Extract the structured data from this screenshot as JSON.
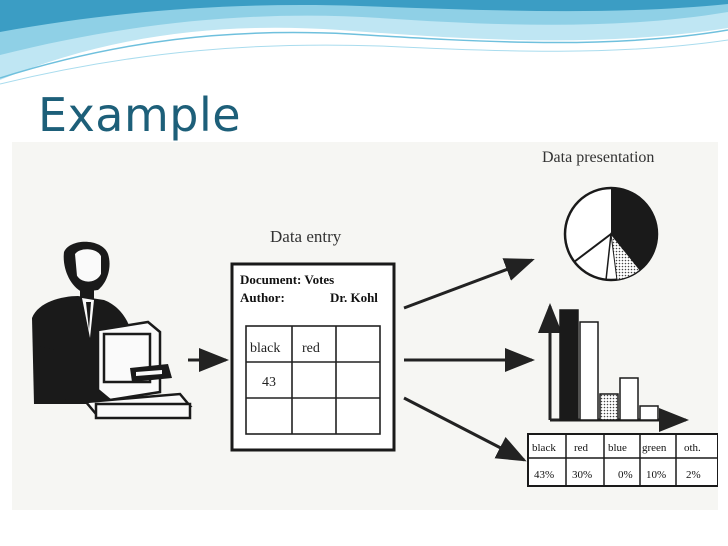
{
  "slide": {
    "title": "Example",
    "colors": {
      "title": "#1d5f79",
      "wave_dark": "#3b9dc4",
      "wave_light": "#bfe6f3",
      "figure_bg": "#f6f6f3"
    }
  },
  "diagram": {
    "entry_label": "Data entry",
    "form": {
      "document_line": "Document: Votes",
      "author_key": "Author:",
      "author_value": "Dr. Kohl",
      "headers": [
        "black",
        "red"
      ],
      "value": "43"
    },
    "presentation_label": "Data presentation",
    "stats_table": {
      "headers": [
        "black",
        "red",
        "blue",
        "green",
        "oth."
      ],
      "values": [
        "43%",
        "30%",
        "0%",
        "10%",
        "2%"
      ]
    }
  }
}
